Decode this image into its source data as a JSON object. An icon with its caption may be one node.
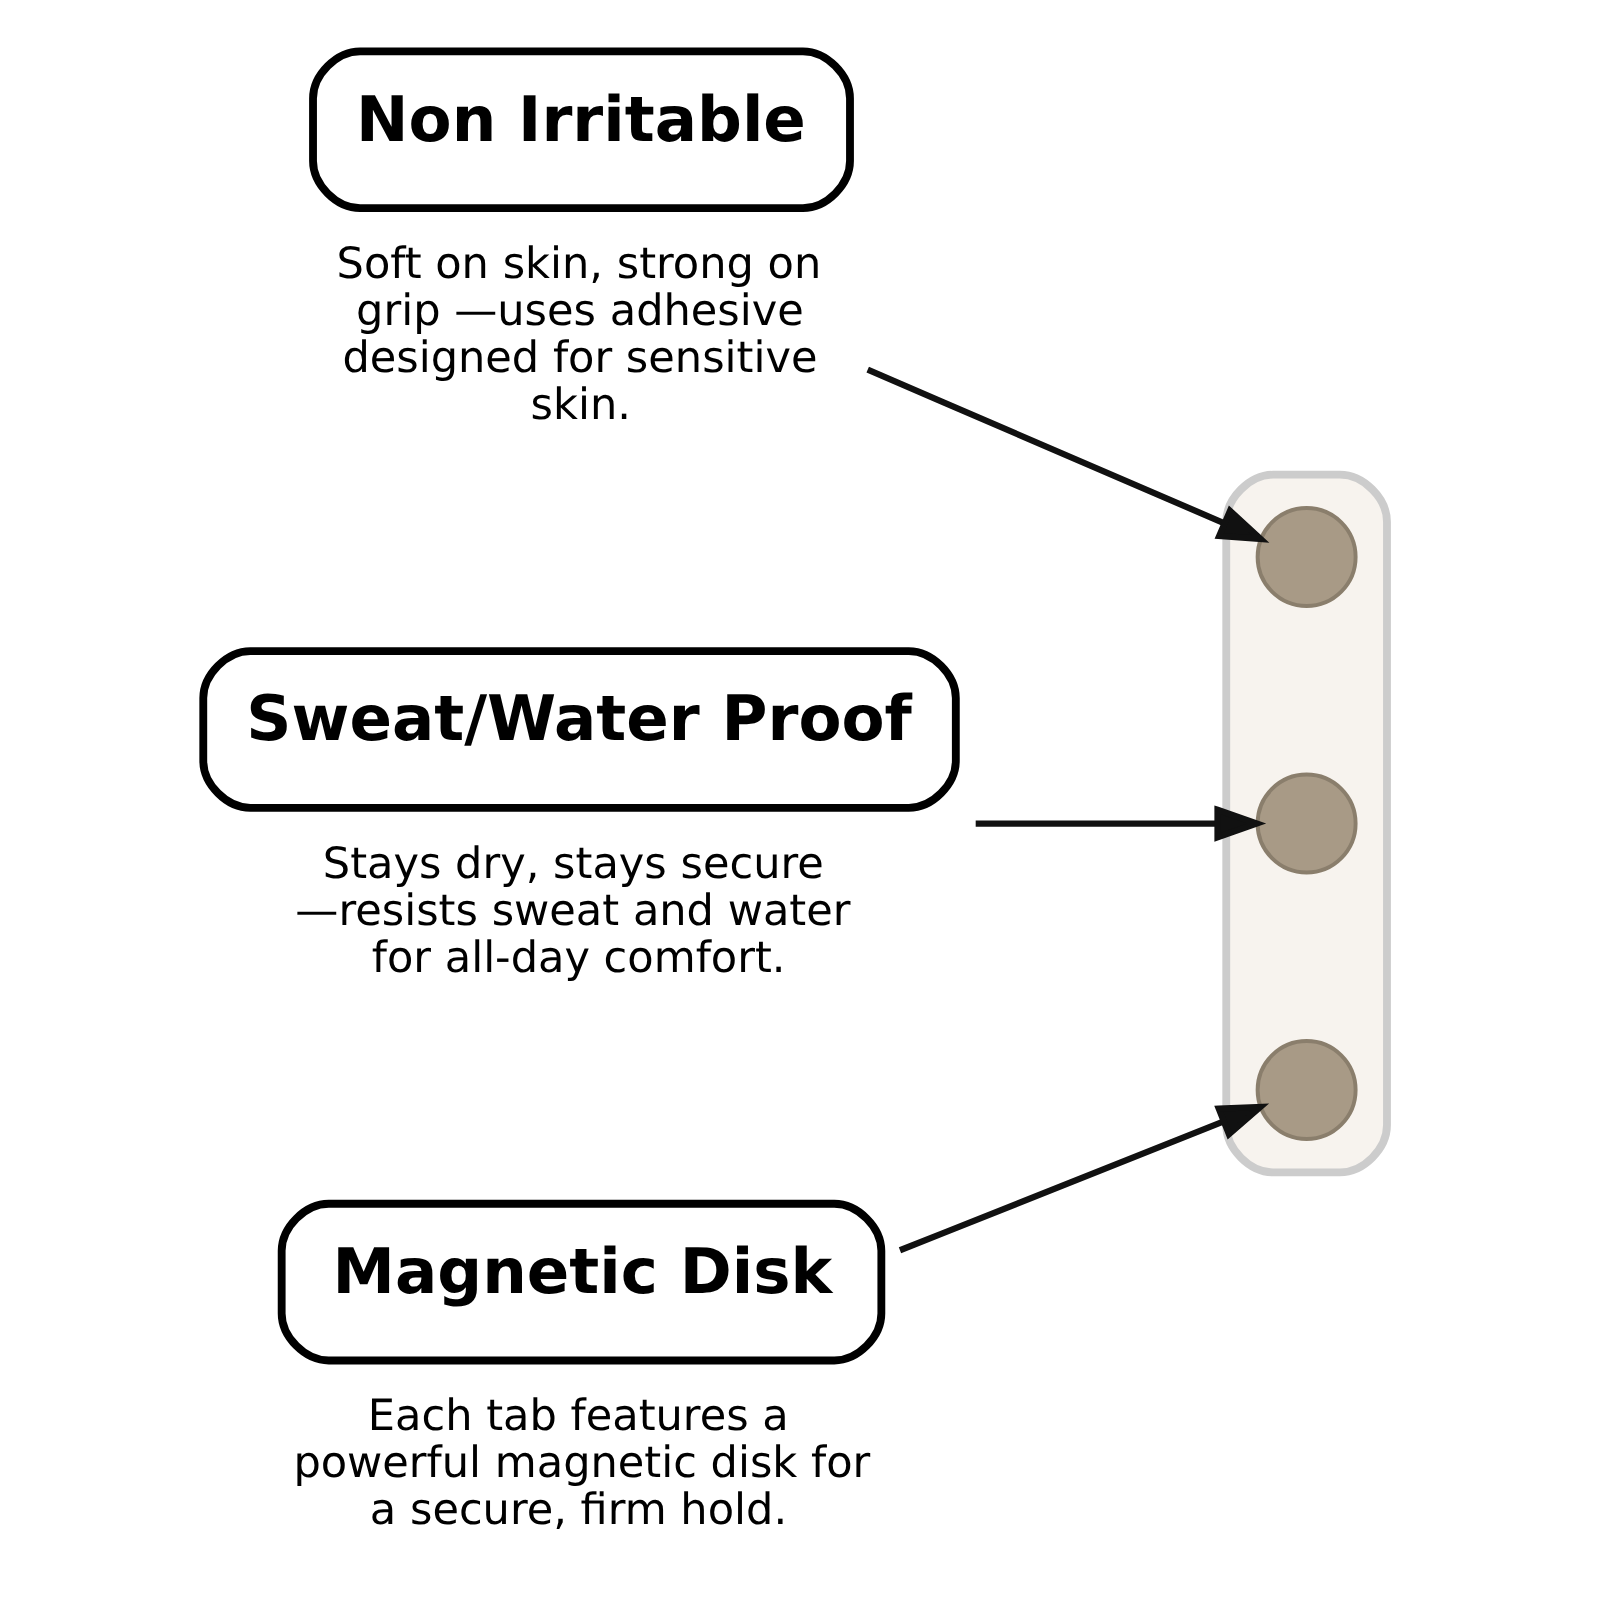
{
  "diagram": {
    "nodes": [
      {
        "text": [],
        "shape": "picture"
      },
      {
        "text": [
          "Non Irritable"
        ],
        "beside": [
          "Soft on skin, strong on grip —uses adhesive designed for sensitive skin."
        ]
      },
      {
        "text": [],
        "shape": "circle",
        "in": 0
      },
      {
        "text": [
          "Sweat/Water Proof"
        ],
        "beside": [
          "Stays dry, stays secure —resists sweat and water for all-day comfort."
        ]
      },
      {
        "text": [],
        "shape": "circle",
        "in": 0
      },
      {
        "text": [
          "Magnetic Disk"
        ],
        "beside": [
          "Each tab features a powerful magnetic disk for a secure, firm hold."
        ]
      },
      {
        "text": [],
        "shape": "circle",
        "in": 0
      }
    ],
    "edges": [
      {
        "from": 1,
        "to": 2,
        "arrow": "to"
      },
      {
        "from": 3,
        "to": 4,
        "arrow": "to"
      },
      {
        "from": 5,
        "to": 6,
        "arrow": "to"
      }
    ]
  }
}
